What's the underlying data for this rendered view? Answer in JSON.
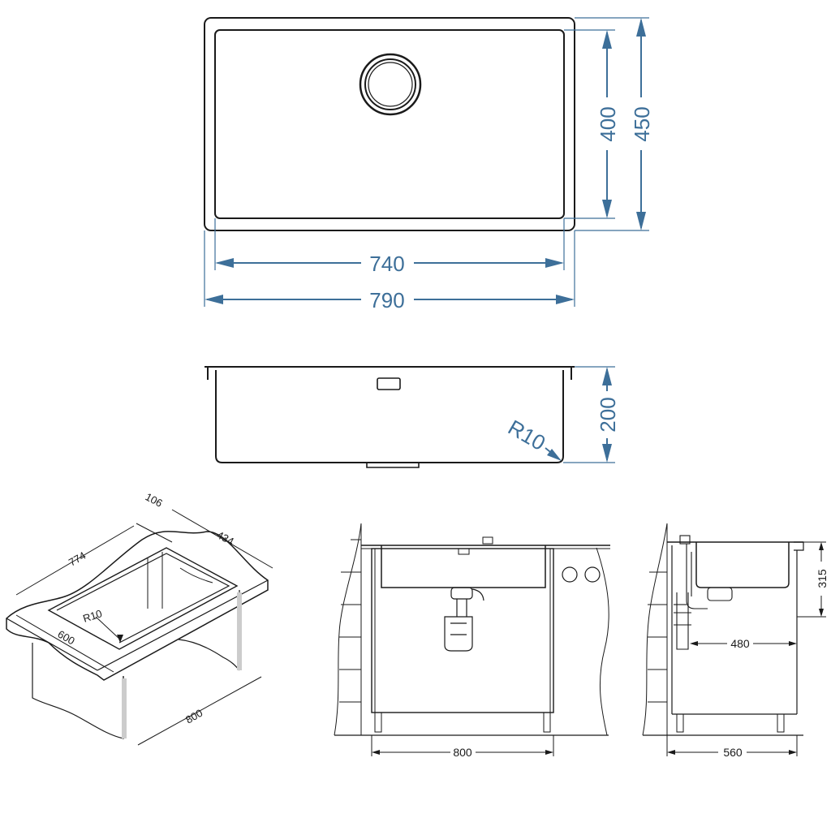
{
  "top_view": {
    "inner_width": "740",
    "outer_width": "790",
    "inner_depth": "400",
    "outer_depth": "450"
  },
  "section_view": {
    "depth": "200",
    "radius": "R10"
  },
  "iso_view": {
    "rim": "106",
    "bowl_depth": "434",
    "bowl_length": "774",
    "cabinet_depth": "600",
    "radius": "R10",
    "cabinet_width": "800"
  },
  "front_elevation": {
    "cabinet_width": "800"
  },
  "side_elevation": {
    "height": "315",
    "offset": "480",
    "depth": "560"
  },
  "colors": {
    "dimension": "#3d6f99",
    "line": "#1a1a1a",
    "background": "#ffffff"
  }
}
